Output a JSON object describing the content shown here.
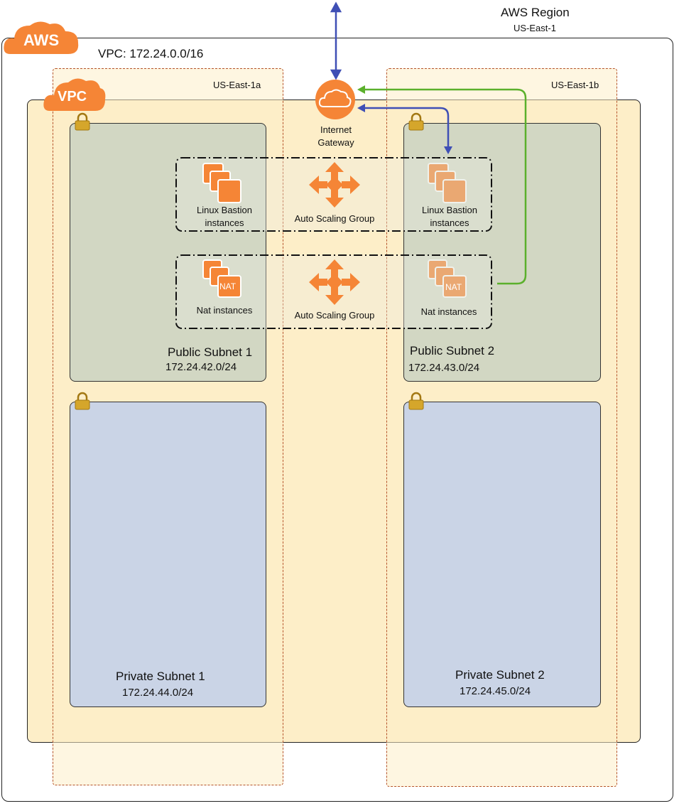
{
  "region": {
    "title": "AWS Region",
    "subtitle": "US-East-1"
  },
  "aws_badge": "AWS",
  "vpc_badge": "VPC",
  "vpc": {
    "label": "VPC: 172.24.0.0/16"
  },
  "az_a": {
    "label": "US-East-1a"
  },
  "az_b": {
    "label": "US-East-1b"
  },
  "igw": {
    "line1": "Internet",
    "line2": "Gateway"
  },
  "asg_bastion": {
    "left_label_1": "Linux Bastion",
    "left_label_2": "instances",
    "center_label": "Auto Scaling Group",
    "right_label_1": "Linux Bastion",
    "right_label_2": "instances"
  },
  "asg_nat": {
    "left_label": "Nat instances",
    "center_label": "Auto Scaling Group",
    "right_label": "Nat instances",
    "nat_text": "NAT"
  },
  "subnets": {
    "public1": {
      "name": "Public Subnet 1",
      "cidr": "172.24.42.0/24"
    },
    "public2": {
      "name": "Public Subnet 2",
      "cidr": "172.24.43.0/24"
    },
    "private1": {
      "name": "Private Subnet 1",
      "cidr": "172.24.44.0/24"
    },
    "private2": {
      "name": "Private Subnet 2",
      "cidr": "172.24.45.0/24"
    }
  },
  "colors": {
    "aws_orange": "#f58536",
    "blue_arrow": "#3f4fb5",
    "green_arrow": "#5bb02c",
    "lock": "#d5a62b"
  }
}
